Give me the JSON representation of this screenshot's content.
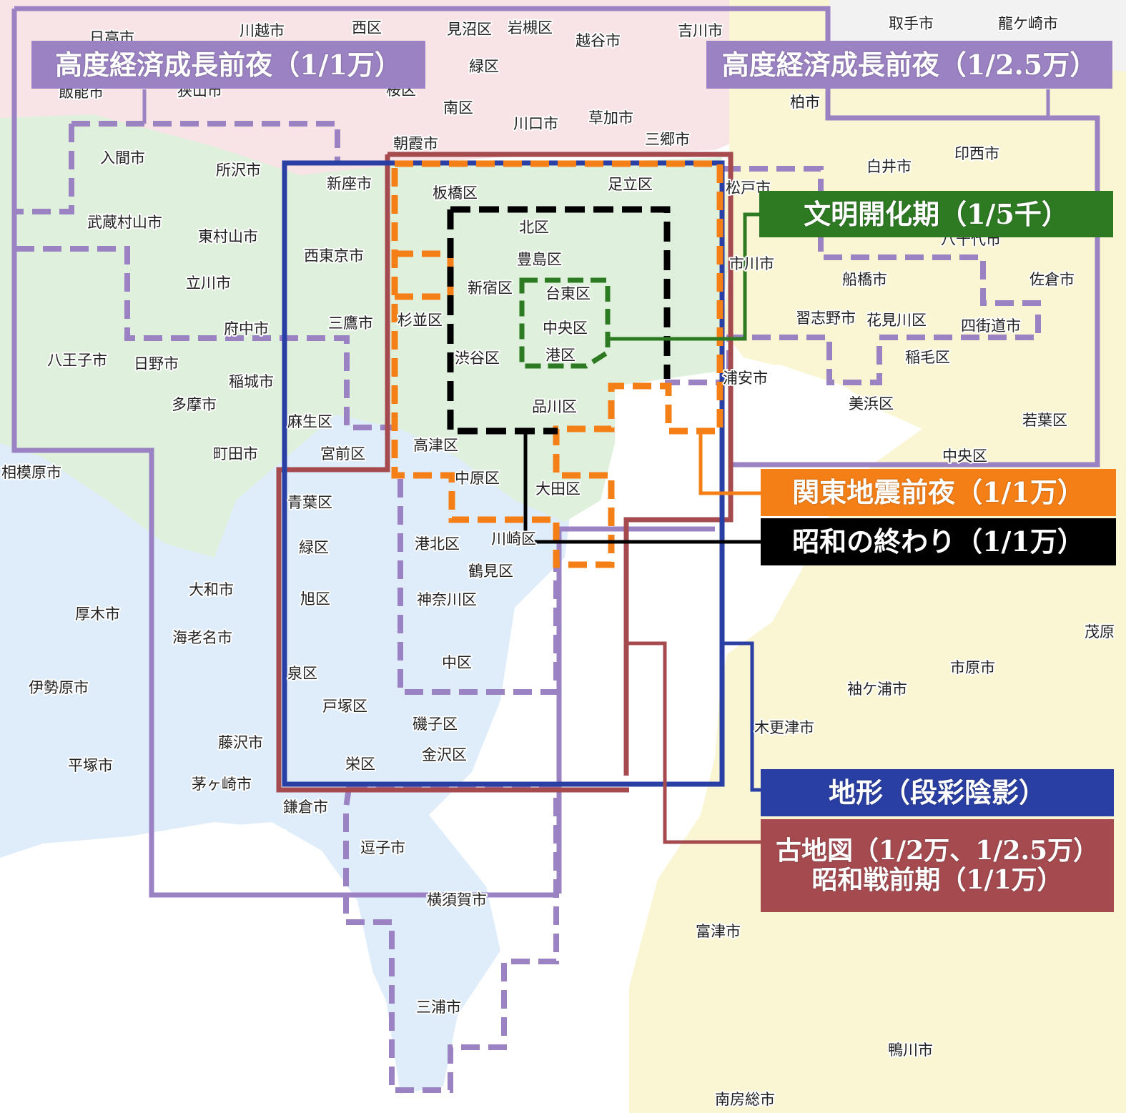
{
  "colors": {
    "saitama": "#f8e3e7",
    "tokyo": "#dff1dc",
    "kanagawa": "#dfedfb",
    "chiba": "#faf6d4",
    "ibaraki": "#f3f3f3",
    "sea": "#ffffff",
    "kodo_keizai": "#9b82c2",
    "bunmei": "#2e7a23",
    "kanto": "#f57f17",
    "showa_end": "#000000",
    "chikei": "#2a3fa3",
    "kochizu": "#a54b50"
  },
  "labels": {
    "kodo_1man": "高度経済成長前夜（1/1万）",
    "kodo_25man": "高度経済成長前夜（1/2.5万）",
    "bunmei": "文明開化期（1/5千）",
    "kanto": "関東地震前夜（1/1万）",
    "showa_end": "昭和の終わり（1/1万）",
    "chikei": "地形（段彩陰影）",
    "kochizu_line1": "古地図（1/2万、1/2.5万）",
    "kochizu_line2": "昭和戦前期（1/1万）"
  },
  "places": [
    {
      "id": "nihonbashi-hidden",
      "name": "日高市"
    },
    {
      "id": "kawagoe",
      "name": "川越市"
    },
    {
      "id": "nishi-ku",
      "name": "西区"
    },
    {
      "id": "minuma",
      "name": "見沼区"
    },
    {
      "id": "iwatsuki",
      "name": "岩槻区"
    },
    {
      "id": "koshigaya",
      "name": "越谷市"
    },
    {
      "id": "yoshikawa",
      "name": "吉川市"
    },
    {
      "id": "toride",
      "name": "取手市"
    },
    {
      "id": "ryugasaki",
      "name": "龍ケ崎市"
    },
    {
      "id": "hanno",
      "name": "飯能市"
    },
    {
      "id": "sayama",
      "name": "狭山市"
    },
    {
      "id": "sakura-ku",
      "name": "桜区"
    },
    {
      "id": "midori-saitama",
      "name": "緑区"
    },
    {
      "id": "minami-ku",
      "name": "南区"
    },
    {
      "id": "kashiwa",
      "name": "柏市"
    },
    {
      "id": "kawaguchi",
      "name": "川口市"
    },
    {
      "id": "soka",
      "name": "草加市"
    },
    {
      "id": "misato",
      "name": "三郷市"
    },
    {
      "id": "asaka",
      "name": "朝霞市"
    },
    {
      "id": "iruma",
      "name": "入間市"
    },
    {
      "id": "tokorozawa",
      "name": "所沢市"
    },
    {
      "id": "shiroi",
      "name": "白井市"
    },
    {
      "id": "inzai",
      "name": "印西市"
    },
    {
      "id": "niiza",
      "name": "新座市"
    },
    {
      "id": "itabashi",
      "name": "板橋区"
    },
    {
      "id": "adachi",
      "name": "足立区"
    },
    {
      "id": "matsudo",
      "name": "松戸市"
    },
    {
      "id": "musashimurayama",
      "name": "武蔵村山市"
    },
    {
      "id": "higashimurayama",
      "name": "東村山市"
    },
    {
      "id": "kita-ku",
      "name": "北区"
    },
    {
      "id": "yachiyo",
      "name": "八千代市"
    },
    {
      "id": "nishitokyo",
      "name": "西東京市"
    },
    {
      "id": "toshima",
      "name": "豊島区"
    },
    {
      "id": "ichikawa",
      "name": "市川市"
    },
    {
      "id": "funabashi",
      "name": "船橋市"
    },
    {
      "id": "sakura",
      "name": "佐倉市"
    },
    {
      "id": "tachikawa",
      "name": "立川市"
    },
    {
      "id": "shinjuku",
      "name": "新宿区"
    },
    {
      "id": "taito",
      "name": "台東区"
    },
    {
      "id": "narashino",
      "name": "習志野市"
    },
    {
      "id": "hanamigawa",
      "name": "花見川区"
    },
    {
      "id": "yotsukaido",
      "name": "四街道市"
    },
    {
      "id": "suginami",
      "name": "杉並区"
    },
    {
      "id": "mitaka",
      "name": "三鷹市"
    },
    {
      "id": "fuchu",
      "name": "府中市"
    },
    {
      "id": "chuo-ku",
      "name": "中央区"
    },
    {
      "id": "hachioji",
      "name": "八王子市"
    },
    {
      "id": "hino",
      "name": "日野市"
    },
    {
      "id": "shibuya",
      "name": "渋谷区"
    },
    {
      "id": "minato",
      "name": "港区"
    },
    {
      "id": "inage",
      "name": "稲毛区"
    },
    {
      "id": "inagi",
      "name": "稲城市"
    },
    {
      "id": "urayasu",
      "name": "浦安市"
    },
    {
      "id": "tama",
      "name": "多摩市"
    },
    {
      "id": "mihama",
      "name": "美浜区"
    },
    {
      "id": "shinagawa",
      "name": "品川区"
    },
    {
      "id": "wakaba",
      "name": "若葉区"
    },
    {
      "id": "asao",
      "name": "麻生区"
    },
    {
      "id": "takatsu",
      "name": "高津区"
    },
    {
      "id": "machida",
      "name": "町田市"
    },
    {
      "id": "miyamae",
      "name": "宮前区"
    },
    {
      "id": "chuo-chiba",
      "name": "中央区"
    },
    {
      "id": "sagamihara",
      "name": "相模原市"
    },
    {
      "id": "nakahara",
      "name": "中原区"
    },
    {
      "id": "ota",
      "name": "大田区"
    },
    {
      "id": "aoba",
      "name": "青葉区"
    },
    {
      "id": "kohoku",
      "name": "港北区"
    },
    {
      "id": "kawasaki-ku",
      "name": "川崎区"
    },
    {
      "id": "midori-yokohama",
      "name": "緑区"
    },
    {
      "id": "tsurumi",
      "name": "鶴見区"
    },
    {
      "id": "yamato",
      "name": "大和市"
    },
    {
      "id": "asahi",
      "name": "旭区"
    },
    {
      "id": "kanagawa-ku",
      "name": "神奈川区"
    },
    {
      "id": "atsugi",
      "name": "厚木市"
    },
    {
      "id": "mobara",
      "name": "茂原"
    },
    {
      "id": "ebina",
      "name": "海老名市"
    },
    {
      "id": "naka-ku",
      "name": "中区"
    },
    {
      "id": "ichihara",
      "name": "市原市"
    },
    {
      "id": "isehara",
      "name": "伊勢原市"
    },
    {
      "id": "izumi",
      "name": "泉区"
    },
    {
      "id": "sodegaura",
      "name": "袖ケ浦市"
    },
    {
      "id": "totsuka",
      "name": "戸塚区"
    },
    {
      "id": "isogo",
      "name": "磯子区"
    },
    {
      "id": "kisarazu",
      "name": "木更津市"
    },
    {
      "id": "fujisawa",
      "name": "藤沢市"
    },
    {
      "id": "kanazawa",
      "name": "金沢区"
    },
    {
      "id": "hiratsuka",
      "name": "平塚市"
    },
    {
      "id": "sakae",
      "name": "栄区"
    },
    {
      "id": "chigasaki",
      "name": "茅ヶ崎市"
    },
    {
      "id": "kamakura",
      "name": "鎌倉市"
    },
    {
      "id": "zushi",
      "name": "逗子市"
    },
    {
      "id": "yokosuka",
      "name": "横須賀市"
    },
    {
      "id": "futtsu",
      "name": "富津市"
    },
    {
      "id": "miura",
      "name": "三浦市"
    },
    {
      "id": "kamogawa",
      "name": "鴨川市"
    },
    {
      "id": "minamiboso",
      "name": "南房総市"
    }
  ]
}
